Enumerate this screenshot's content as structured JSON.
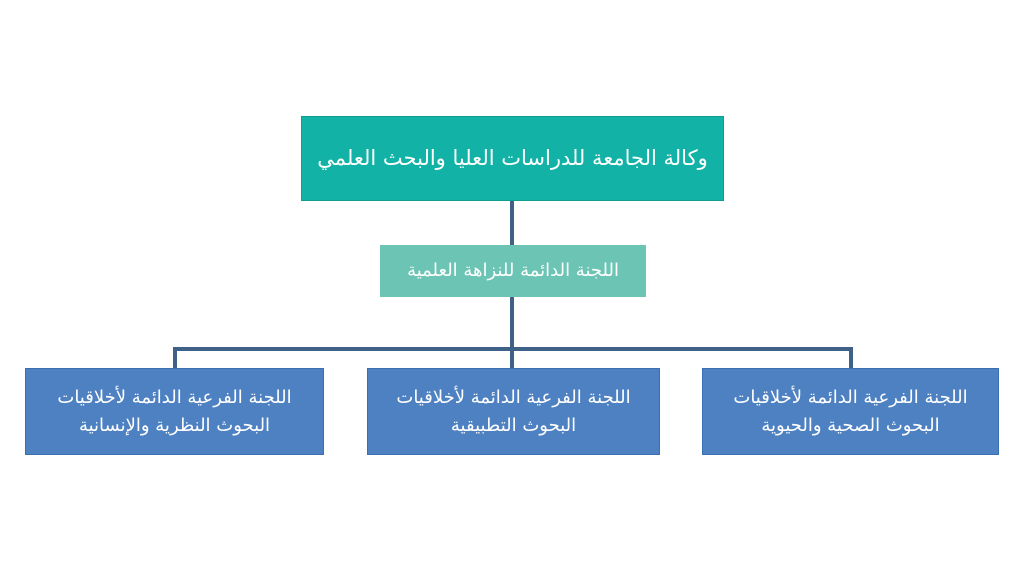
{
  "colors": {
    "top_fill": "#12b3a6",
    "mid_fill": "#6cc5b4",
    "child_fill": "#4e81c2",
    "connector": "#3f6087"
  },
  "top": {
    "label": "وكالة الجامعة للدراسات العليا والبحث العلمي"
  },
  "middle": {
    "label": "اللجنة الدائمة للنزاهة العلمية"
  },
  "children": [
    {
      "line1": "اللجنة الفرعية الدائمة لأخلاقيات",
      "line2": "البحوث النظرية والإنسانية"
    },
    {
      "line1": "اللجنة الفرعية الدائمة لأخلاقيات",
      "line2": "البحوث التطبيقية"
    },
    {
      "line1": "اللجنة الفرعية الدائمة لأخلاقيات",
      "line2": "البحوث الصحية والحيوية"
    }
  ]
}
